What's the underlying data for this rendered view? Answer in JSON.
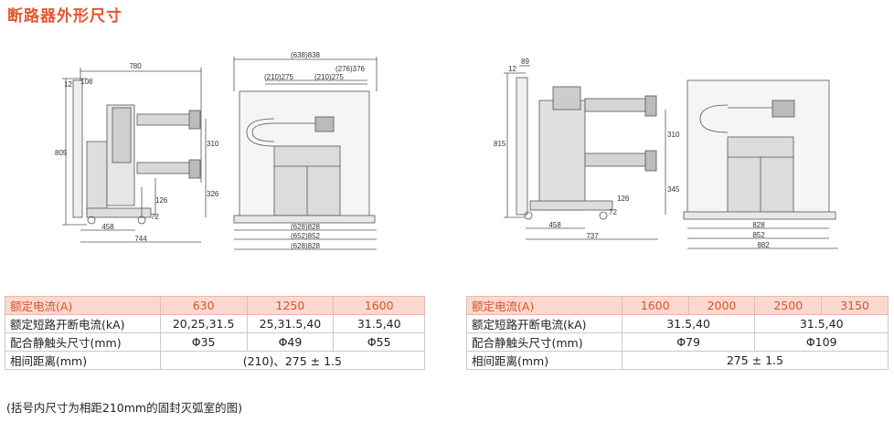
{
  "title": "断路器外形尺寸",
  "drawing_left": {
    "side_dims": {
      "top": "780",
      "a": "12",
      "b": "108",
      "height": "805",
      "c": "310",
      "d": "326",
      "e": "72",
      "f": "126",
      "g": "458",
      "h": "744"
    },
    "front_dims": {
      "top": "(638)838",
      "inner_right": "(276)376",
      "inner_a": "(210)275",
      "inner_b": "(210)275",
      "b1": "(628)828",
      "b2": "(652)852",
      "b3": "(628)828"
    }
  },
  "drawing_right": {
    "side_dims": {
      "a": "12",
      "b": "89",
      "height": "815",
      "c": "310",
      "d": "345",
      "e": "72",
      "f": "126",
      "g": "458",
      "h": "737"
    },
    "front_dims": {
      "b1": "828",
      "b2": "852",
      "b3": "882"
    }
  },
  "table_left": {
    "header_label": "额定电流(A)",
    "header_values": [
      "630",
      "1250",
      "1600"
    ],
    "rows": [
      {
        "label": "额定短路开断电流(kA)",
        "values": [
          "20,25,31.5",
          "25,31.5,40",
          "31.5,40"
        ]
      },
      {
        "label": "配合静触头尺寸(mm)",
        "values": [
          "Φ35",
          "Φ49",
          "Φ55"
        ]
      },
      {
        "label": "相间距离(mm)",
        "value": "(210)、275 ± 1.5"
      }
    ]
  },
  "table_right": {
    "header_label": "额定电流(A)",
    "header_values": [
      "1600",
      "2000",
      "2500",
      "3150"
    ],
    "rows": [
      {
        "label": "额定短路开断电流(kA)",
        "values": [
          "31.5,40",
          "31.5,40"
        ]
      },
      {
        "label": "配合静触头尺寸(mm)",
        "values": [
          "Φ79",
          "Φ109"
        ]
      },
      {
        "label": "相间距离(mm)",
        "value": "275 ± 1.5"
      }
    ]
  },
  "note": "(括号内尺寸为相距210mm的固封灭弧室的图)"
}
